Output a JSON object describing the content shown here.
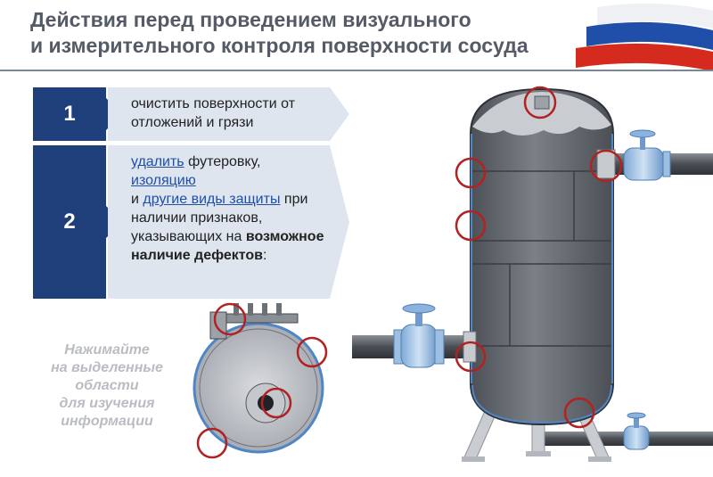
{
  "title": {
    "line1": "Действия перед проведением визуального",
    "line2": "и измерительного контроля поверхности сосуда"
  },
  "steps": [
    {
      "number": "1",
      "text": "очистить поверхности от отложений и грязи"
    },
    {
      "number": "2",
      "link1": "удалить",
      "text1": " футеровку,",
      "link2": "изоляцию",
      "text2": "и ",
      "link3": "другие виды защиты",
      "text3": " при наличии признаков, указывающих на ",
      "bold": "возможное наличие дефектов",
      "text4": ":"
    }
  ],
  "hint": {
    "line1": "Нажимайте",
    "line2": "на выделенные",
    "line3": "области",
    "line4": "для изучения",
    "line5": "информации"
  },
  "colors": {
    "step_number_bg": "#1e3f7a",
    "step_text_bg": "#dfe5ef",
    "hotspot": "#b22222",
    "vessel": "#666a70",
    "valve": "#a8c8e8",
    "flag_blue": "#1f4fa8",
    "flag_red": "#d52b1e"
  }
}
